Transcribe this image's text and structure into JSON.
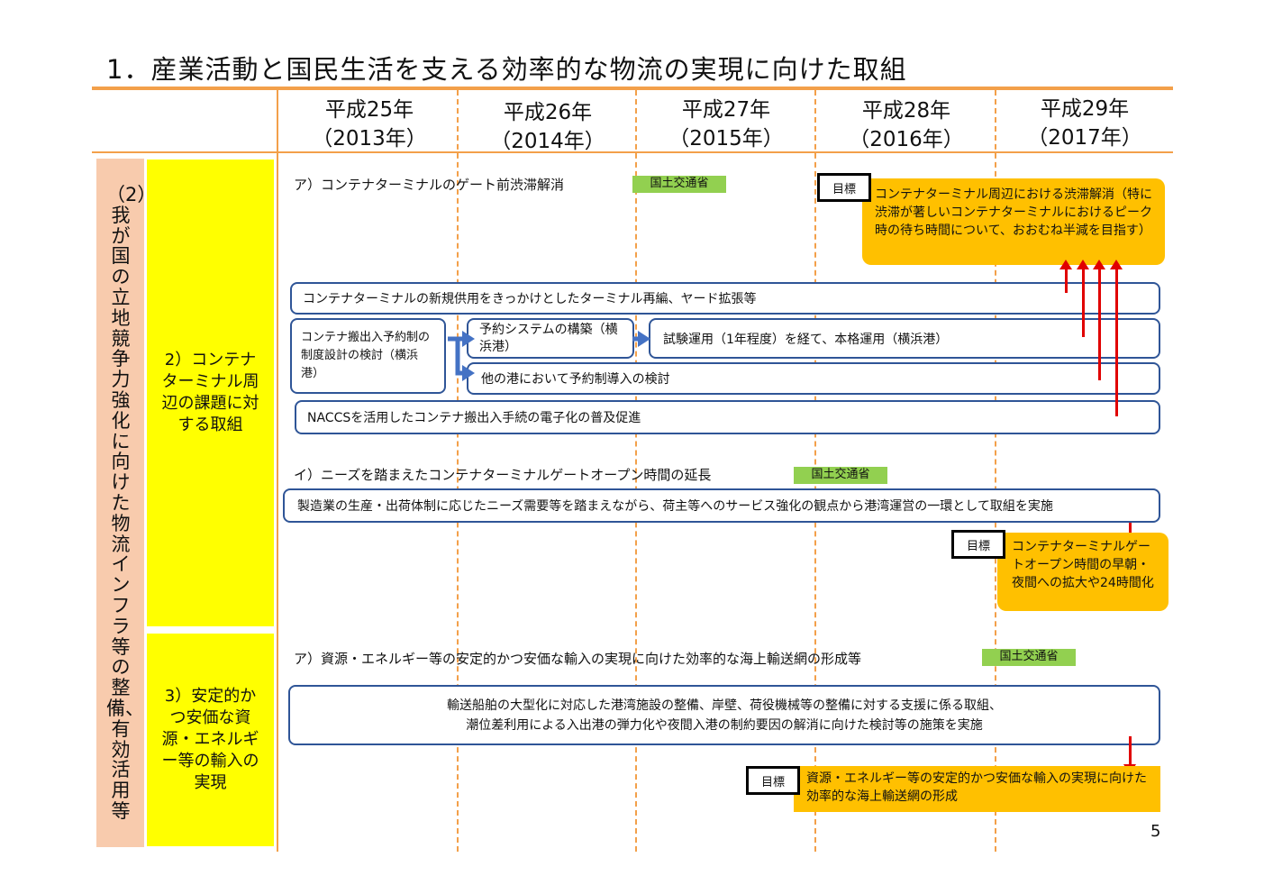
{
  "title": "1．産業活動と国民生活を支える効率的な物流の実現に向けた取組",
  "years": [
    {
      "label": "平成25年",
      "sub": "（2013年）"
    },
    {
      "label": "平成26年",
      "sub": "（2014年）"
    },
    {
      "label": "平成27年",
      "sub": "（2015年）"
    },
    {
      "label": "平成28年",
      "sub": "（2016年）"
    },
    {
      "label": "平成29年",
      "sub": "（2017年）"
    }
  ],
  "category": "（2）我が国の立地競争力強化に向けた物流インフラ等の整備、有効活用等",
  "subcategories": [
    "2）コンテナターミナル周辺の課題に対する取組",
    "3）安定的かつ安価な資源・エネルギー等の輸入の実現"
  ],
  "sections": {
    "a1": {
      "title": "ア）コンテナターミナルのゲート前渋滞解消",
      "ministry": "国土交通省",
      "goal_label": "目標",
      "goal_text": "コンテナターミナル周辺における渋滞解消（特に渋滞が著しいコンテナターミナルにおけるピーク時の待ち時間について、おおむね半減を目指す）",
      "bar1": "コンテナターミナルの新規供用をきっかけとしたターミナル再編、ヤード拡張等",
      "box_design": "コンテナ搬出入予約制の制度設計の検討（横浜港）",
      "box_system": "予約システムの構築（横浜港）",
      "bar_trial": "試験運用（1年程度）を経て、本格運用（横浜港）",
      "bar_other": "他の港において予約制導入の検討",
      "bar_naccs": "NACCSを活用したコンテナ搬出入手続の電子化の普及促進"
    },
    "i1": {
      "title": "イ）ニーズを踏まえたコンテナターミナルゲートオープン時間の延長",
      "ministry": "国土交通省",
      "bar": "製造業の生産・出荷体制に応じたニーズ需要等を踏まえながら、荷主等へのサービス強化の観点から港湾運営の一環として取組を実施",
      "goal_label": "目標",
      "goal_text": "コンテナターミナルゲートオープン時間の早朝・夜間への拡大や24時間化"
    },
    "a2": {
      "title": "ア）資源・エネルギー等の安定的かつ安価な輸入の実現に向けた効率的な海上輸送網の形成等",
      "ministry": "国土交通省",
      "bar_line1": "輸送船舶の大型化に対応した港湾施設の整備、岸壁、荷役機械等の整備に対する支援に係る取組、",
      "bar_line2": "潮位差利用による入出港の弾力化や夜間入港の制約要因の解消に向けた検討等の施策を実施",
      "goal_label": "目標",
      "goal_text": "資源・エネルギー等の安定的かつ安価な輸入の実現に向けた効率的な海上輸送網の形成"
    }
  },
  "page_number": "5",
  "colors": {
    "accent": "#f3a04a",
    "goal": "#ffc000",
    "ministry": "#92d050",
    "box_border": "#2f5597",
    "arrow": "#e00000",
    "category": "#f8cbad",
    "subcategory": "#ffff00"
  }
}
